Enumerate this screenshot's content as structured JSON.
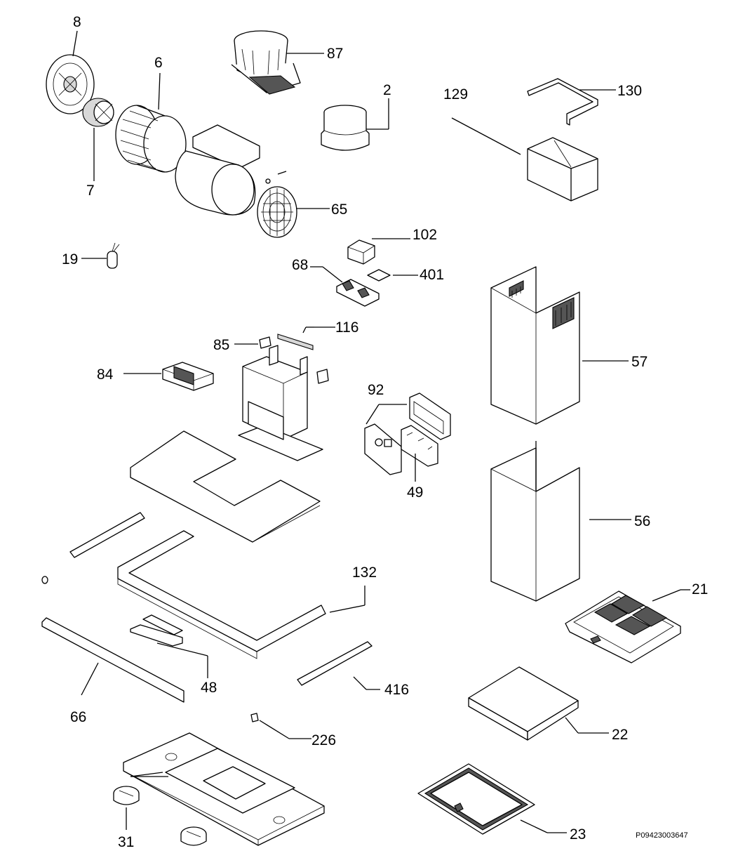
{
  "labels": {
    "p8": "8",
    "p6": "6",
    "p7": "7",
    "p87": "87",
    "p2": "2",
    "p129": "129",
    "p130": "130",
    "p65": "65",
    "p19": "19",
    "p102": "102",
    "p68": "68",
    "p401": "401",
    "p116": "116",
    "p85": "85",
    "p84": "84",
    "p57": "57",
    "p92": "92",
    "p49": "49",
    "p56": "56",
    "p132": "132",
    "p21": "21",
    "p48": "48",
    "p66": "66",
    "p416": "416",
    "p22": "22",
    "p226": "226",
    "p31": "31",
    "p23": "23"
  },
  "drawing_code": "P09423003647"
}
